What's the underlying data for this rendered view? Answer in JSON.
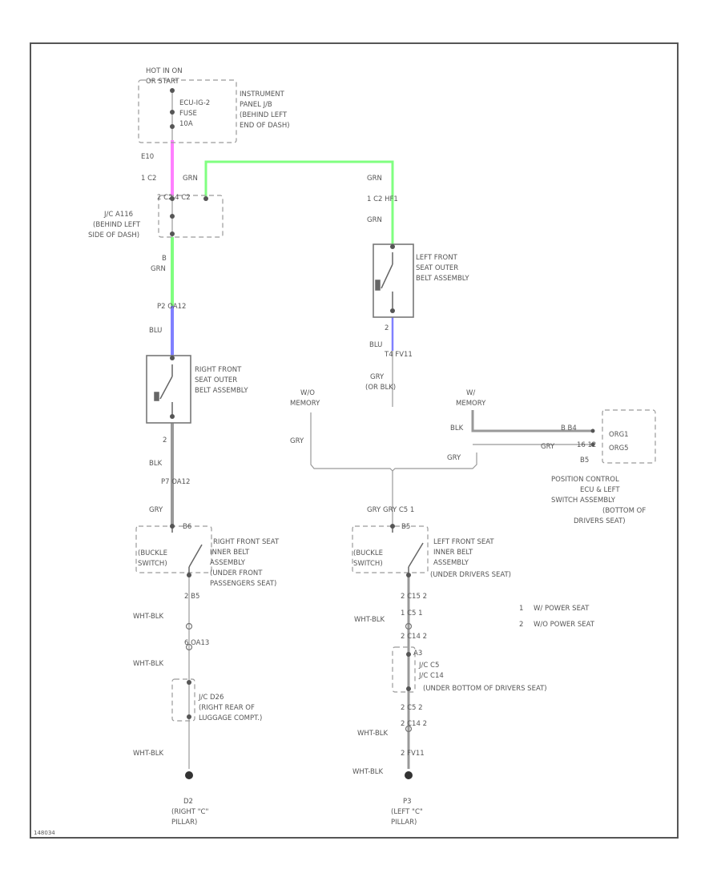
{
  "labels": {
    "hot_in_on": "HOT IN ON",
    "or_start": "OR START",
    "ecu_ig2_fuse": "ECU-IG-2",
    "fuse_word": "FUSE",
    "fuse_amp": "10A",
    "ipj_1": "INSTRUMENT",
    "ipj_2": "PANEL J/B",
    "ipj_3": "(BEHIND LEFT",
    "ipj_4": "END OF DASH)",
    "w_pin_e": "E10",
    "w_c_top": "1 C2",
    "w_grn": "GRN",
    "w_grn2": "GRN",
    "w_grn3": "GRN",
    "w_jc_pins": "2 C2   4 C2",
    "jc_1": "J/C A116",
    "jc_2": "(BEHIND LEFT",
    "jc_3": "SIDE OF DASH)",
    "w_b_lab": "B",
    "w_grn4": "GRN",
    "w_conn_p2": "P2  OA12",
    "w_blu": "BLU",
    "rf_outer_1": "RIGHT FRONT",
    "rf_outer_2": "SEAT OUTER",
    "rf_outer_3": "BELT ASSEMBLY",
    "w_pin_2a": "2",
    "w_blk": "BLK",
    "w_conn_p3": "P7  OA12",
    "w_gry_left": "GRY",
    "w_tc_up": "1 C2  HF1",
    "lf_outer_1": "LEFT FRONT",
    "lf_outer_2": "SEAT OUTER",
    "lf_outer_3": "BELT ASSEMBLY",
    "w_pin_2b": "2",
    "w_blu2": "BLU",
    "w_t_conn": "T4  FV11",
    "w_gry_or_blk_1": "GRY",
    "w_gry_or_blk_2": "(OR BLK)",
    "wo_memory_1": "W/O",
    "wo_memory_2": "MEMORY",
    "w_memory_1": "W/",
    "w_memory_2": "MEMORY",
    "w_blk_r": "BLK",
    "w_gry_r": "GRY",
    "w_gry_mid": "GRY",
    "w_gry_far": "GRY",
    "pins_far_1": "B B4",
    "pins_far_2": "16  12",
    "pins_far_3": "B5",
    "pcon_1": "POSITION CONTROL",
    "pcon_2": "ECU & LEFT",
    "pcon_3": "SWITCH ASSEMBLY",
    "pcon_4": "(BOTTOM OF",
    "pcon_5": "DRIVERS SEAT)",
    "pcon_inside_1": "ORG1",
    "pcon_inside_2": "ORG5",
    "w_gry_b": "GRY",
    "w_gry_c": "GRY  C5     1",
    "rf_buckle_pin": "B6",
    "rf_inner_1": "RIGHT FRONT SEAT",
    "rf_inner_2": "INNER BELT",
    "rf_inner_3": "ASSEMBLY",
    "rf_inner_4": "(UNDER FRONT",
    "rf_inner_5": "PASSENGERS SEAT)",
    "rf_buckle_a": "(BUCKLE",
    "rf_buckle_b": "SWITCH)",
    "lf_buckle_pin": "B5",
    "lf_inner_1": "LEFT FRONT SEAT",
    "lf_inner_2": "INNER BELT",
    "lf_inner_3": "ASSEMBLY",
    "lf_inner_4": "(UNDER DRIVERS SEAT)",
    "lf_buckle_a": "(BUCKLE",
    "lf_buckle_b": "SWITCH)",
    "rp_pins_1": "2   B5",
    "rp_wb_1": "WHT-BLK",
    "rp_pins_2": "6   OA13",
    "rp_wb_2": "WHT-BLK",
    "rp_jc_1": "J/C D26",
    "rp_jc_2": "(RIGHT REAR OF",
    "rp_jc_3": "LUGGAGE COMPT.)",
    "rp_wb_3": "WHT-BLK",
    "lp_pins_1": "2   C15   2",
    "lp_pins_2": "1   C5     1",
    "lp_wb_1": "WHT-BLK",
    "lp_pins_3": "2   C14   2",
    "lp_pins_4": "A3",
    "lp_jc_1": "J/C  C5",
    "lp_jc_2": "J/C  C14",
    "lp_jc_3": "(UNDER BOTTOM OF DRIVERS SEAT)",
    "lp_pins_5": "2   C5     2",
    "lp_pins_6": "2   C14   2",
    "lp_wb_2": "WHT-BLK",
    "lp_pins_7": "2   FV11",
    "lp_wb_3": "WHT-BLK",
    "legend_1_num": "1",
    "legend_1_text": "W/ POWER SEAT",
    "legend_2_num": "2",
    "legend_2_text": "W/O POWER SEAT",
    "ground_r_1": "D2",
    "ground_r_2": "(RIGHT \"C\"",
    "ground_r_3": "PILLAR)",
    "ground_l_1": "P3",
    "ground_l_2": "(LEFT \"C\"",
    "ground_l_3": "PILLAR)",
    "footer_code": "148034"
  },
  "colors": {
    "pink": "#ff80ff",
    "green": "#80ff80",
    "blue": "#8080ff",
    "wire_gray": "#999999",
    "border": "#555555",
    "text": "#555555"
  }
}
